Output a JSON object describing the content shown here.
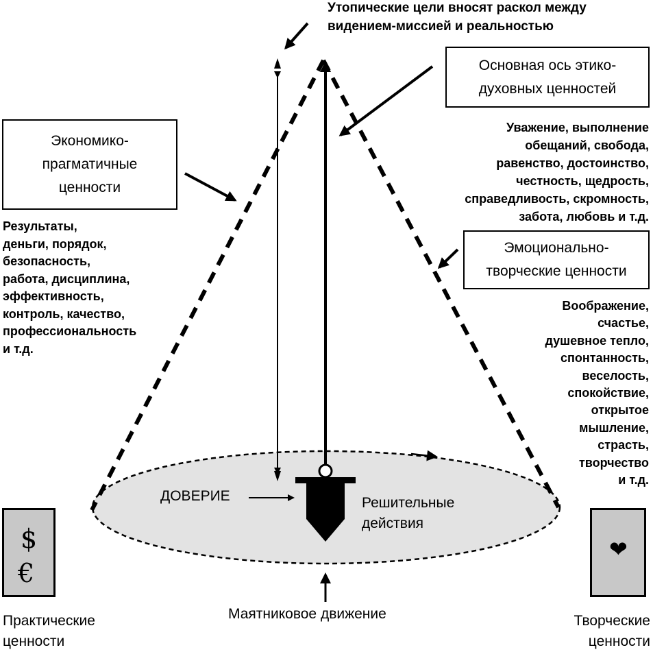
{
  "top_note": [
    "Утопические цели вносят раскол между",
    "видением-миссией и реальностью"
  ],
  "axis_box": [
    "Основная ось этико-",
    "духовных ценностей"
  ],
  "axis_values": [
    "Уважение, выполнение",
    "обещаний, свобода,",
    "равенство, достоинство,",
    "честность, щедрость,",
    "справедливость, скромность,",
    "забота, любовь и т.д."
  ],
  "econ_box": [
    "Экономико-",
    "прагматичные",
    "ценности"
  ],
  "econ_values": [
    "Результаты,",
    "деньги, порядок,",
    "безопасность,",
    "работа, дисциплина,",
    "эффективность,",
    "контроль, качество,",
    "профессиональность",
    "и т.д."
  ],
  "emo_box": [
    "Эмоционально-",
    "творческие ценности"
  ],
  "emo_values": [
    "Воображение,",
    "счастье,",
    "душевное тепло,",
    "спонтанность,",
    "веселость,",
    "спокойствие,",
    "открытое",
    "мышление,",
    "страсть,",
    "творчество",
    "и т.д."
  ],
  "trust_label": "ДОВЕРИЕ",
  "action_label": [
    "Решительные",
    "действия"
  ],
  "pendulum_label": "Маятниковое движение",
  "left_card": {
    "symbols": [
      "$",
      "€"
    ],
    "caption": [
      "Практические",
      "ценности"
    ]
  },
  "right_card": {
    "symbols": [
      "❤"
    ],
    "icon": "heart-icon",
    "caption": [
      "Творческие",
      "ценности"
    ]
  },
  "colors": {
    "ellipse_fill": "#e3e3e3",
    "card_fill": "#c8c8c8",
    "ink": "#000000"
  }
}
